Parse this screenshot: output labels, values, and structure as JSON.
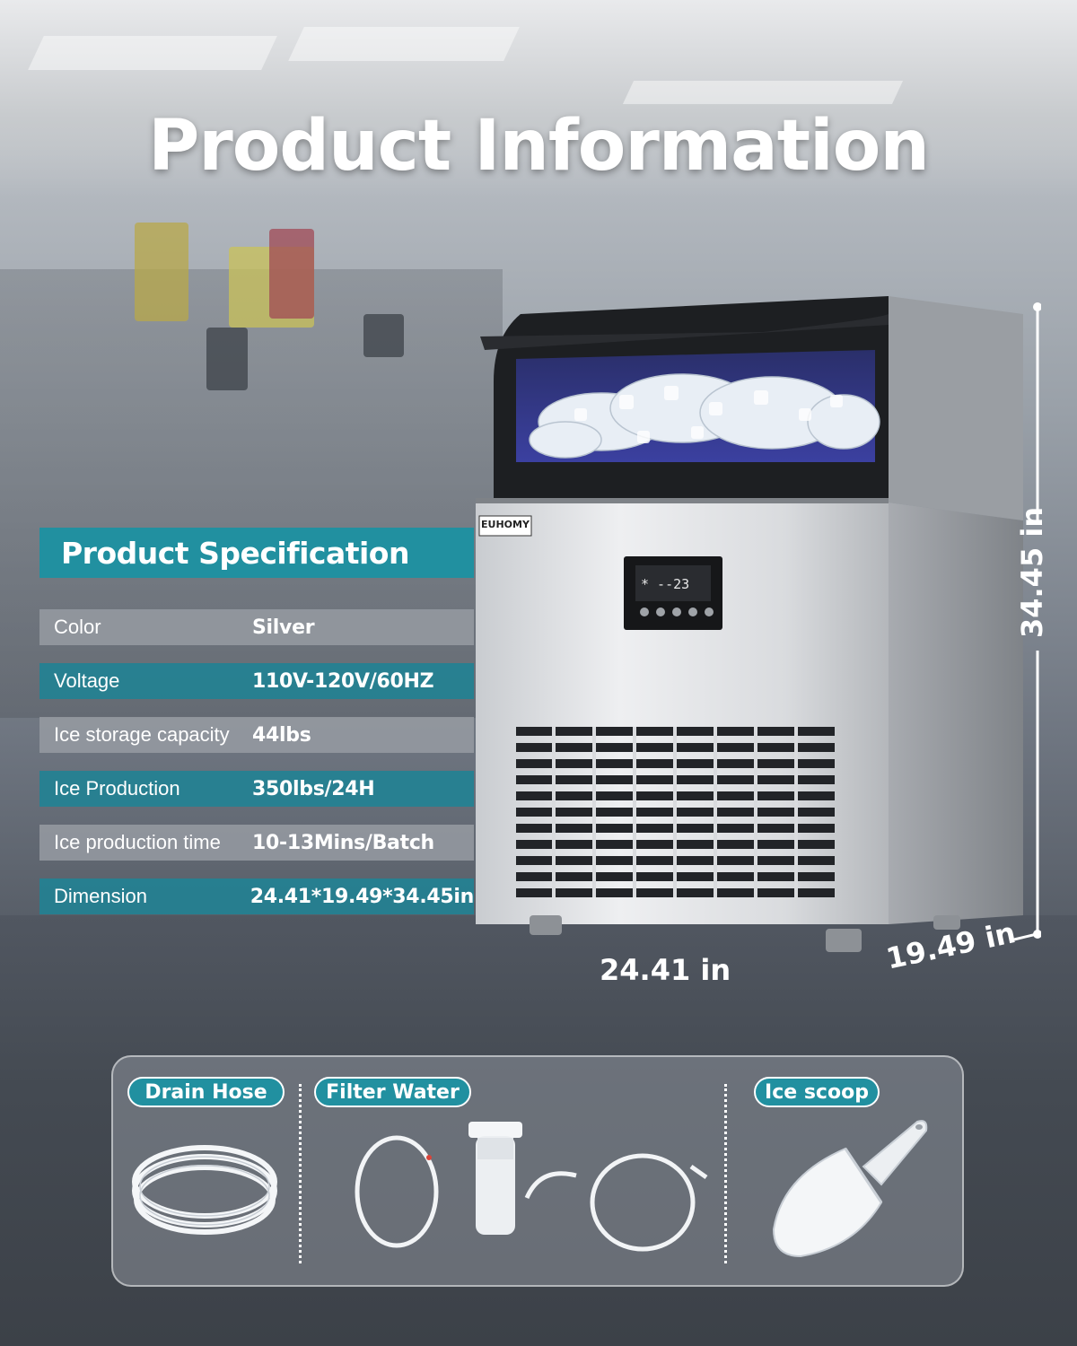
{
  "title": "Product Information",
  "spec": {
    "heading": "Product Specification",
    "rows": [
      {
        "label": "Color",
        "value": "Silver"
      },
      {
        "label": "Voltage",
        "value": "110V-120V/60HZ"
      },
      {
        "label": "Ice storage capacity",
        "value": "44lbs"
      },
      {
        "label": "Ice Production",
        "value": "350lbs/24H"
      },
      {
        "label": "Ice production time",
        "value": "10-13Mins/Batch"
      },
      {
        "label": "Dimension",
        "value": "24.41*19.49*34.45in"
      }
    ]
  },
  "machine": {
    "brand": "EUHOMY",
    "display_text": "* --23"
  },
  "dimensions": {
    "width": "24.41 in",
    "depth": "19.49 in",
    "height": "34.45 in"
  },
  "accessories": [
    {
      "label": "Drain Hose"
    },
    {
      "label": "Filter Water"
    },
    {
      "label": "Ice scoop"
    }
  ],
  "colors": {
    "accent": "#2190a0",
    "row_grey": "#969ba2",
    "text": "#ffffff"
  }
}
